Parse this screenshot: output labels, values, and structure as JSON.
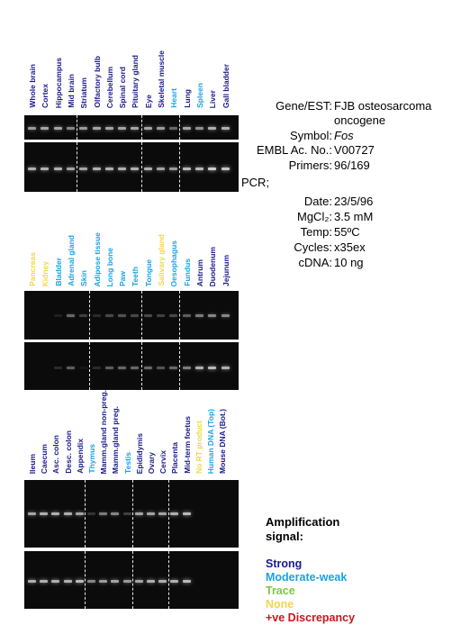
{
  "colors": {
    "strong": "#1a1a8c",
    "moderate": "#1aa3e0",
    "trace": "#7ac943",
    "none": "#f2d64b",
    "discrepancy": "#c8161d",
    "gel": "#0b0b0b",
    "band": "#d8d8d8"
  },
  "panels": [
    {
      "id": "panel-1",
      "labels": [
        {
          "text": "Whole brain",
          "signal": "strong"
        },
        {
          "text": "Cortex",
          "signal": "strong"
        },
        {
          "text": "Hippocampus",
          "signal": "strong"
        },
        {
          "text": "Mid brain",
          "signal": "strong"
        },
        {
          "text": "Striatum",
          "signal": "strong"
        },
        {
          "text": "Olfactory bulb",
          "signal": "strong"
        },
        {
          "text": "Cerebellum",
          "signal": "strong"
        },
        {
          "text": "Spinal cord",
          "signal": "strong"
        },
        {
          "text": "Pituitary gland",
          "signal": "strong"
        },
        {
          "text": "Eye",
          "signal": "strong"
        },
        {
          "text": "Skeletal muscle",
          "signal": "strong"
        },
        {
          "text": "Heart",
          "signal": "moderate"
        },
        {
          "text": "Lung",
          "signal": "strong"
        },
        {
          "text": "Spleen",
          "signal": "moderate"
        },
        {
          "text": "Liver",
          "signal": "strong"
        },
        {
          "text": "Gall bladder",
          "signal": "strong"
        }
      ],
      "gel_top": [
        0.7,
        0.75,
        0.75,
        0.6,
        0.7,
        0.75,
        0.75,
        0.75,
        0.75,
        0.75,
        0.7,
        0.45,
        0.75,
        0.65,
        0.8,
        0.8
      ],
      "gel_bottom": [
        0.8,
        0.8,
        0.8,
        0.75,
        0.75,
        0.8,
        0.8,
        0.8,
        0.8,
        0.8,
        0.75,
        0.7,
        0.85,
        0.85,
        0.95,
        0.9
      ]
    },
    {
      "id": "panel-2",
      "labels": [
        {
          "text": "Pancreas",
          "signal": "none"
        },
        {
          "text": "Kidney",
          "signal": "none"
        },
        {
          "text": "Bladder",
          "signal": "moderate"
        },
        {
          "text": "Adrenal gland",
          "signal": "moderate"
        },
        {
          "text": "Skin",
          "signal": "moderate"
        },
        {
          "text": "Adipose tissue",
          "signal": "moderate"
        },
        {
          "text": "Long bone",
          "signal": "moderate"
        },
        {
          "text": "Paw",
          "signal": "moderate"
        },
        {
          "text": "Teeth",
          "signal": "moderate"
        },
        {
          "text": "Tongue",
          "signal": "moderate"
        },
        {
          "text": "Salivary gland",
          "signal": "none"
        },
        {
          "text": "Oesophagus",
          "signal": "moderate"
        },
        {
          "text": "Fundus",
          "signal": "moderate"
        },
        {
          "text": "Antrum",
          "signal": "strong"
        },
        {
          "text": "Duodenum",
          "signal": "strong"
        },
        {
          "text": "Jejunum",
          "signal": "strong"
        }
      ],
      "gel_top": [
        0,
        0,
        0.1,
        0.45,
        0.25,
        0.15,
        0.3,
        0.35,
        0.3,
        0.3,
        0.25,
        0.3,
        0.4,
        0.55,
        0.6,
        0.6
      ],
      "gel_bottom": [
        0,
        0,
        0.15,
        0.4,
        0.05,
        0.15,
        0.4,
        0.45,
        0.45,
        0.45,
        0.35,
        0.45,
        0.55,
        0.8,
        0.85,
        0.8
      ]
    },
    {
      "id": "panel-3",
      "labels": [
        {
          "text": "Ileum",
          "signal": "strong"
        },
        {
          "text": "Caecum",
          "signal": "strong"
        },
        {
          "text": "Asc. colon",
          "signal": "strong"
        },
        {
          "text": "Desc. colon",
          "signal": "strong"
        },
        {
          "text": "Appendix",
          "signal": "strong"
        },
        {
          "text": "Thymus",
          "signal": "moderate"
        },
        {
          "text": "Mamm.gland non-preg.",
          "signal": "strong"
        },
        {
          "text": "Mamm.gland preg.",
          "signal": "strong"
        },
        {
          "text": "Testis",
          "signal": "moderate"
        },
        {
          "text": "Epididymis",
          "signal": "strong"
        },
        {
          "text": "Ovary",
          "signal": "strong"
        },
        {
          "text": "Cervix",
          "signal": "strong"
        },
        {
          "text": "Placenta",
          "signal": "strong"
        },
        {
          "text": "Mid-term foetus",
          "signal": "strong"
        },
        {
          "text": "No RT product",
          "signal": "none"
        },
        {
          "text": "Human DNA (Top)",
          "signal": "moderate"
        },
        {
          "text": "Mouse DNA (Bot.)",
          "signal": "strong"
        }
      ],
      "gel_top": [
        0.75,
        0.8,
        0.8,
        0.8,
        0.75,
        0.2,
        0.55,
        0.6,
        0.25,
        0.75,
        0.75,
        0.75,
        0.8,
        0.85,
        0,
        0,
        0
      ],
      "gel_bottom": [
        0.8,
        0.8,
        0.8,
        0.8,
        0.85,
        0.6,
        0.7,
        0.75,
        0.7,
        0.75,
        0.8,
        0.8,
        0.8,
        0.85,
        0,
        0,
        0
      ]
    }
  ],
  "gene_info": [
    {
      "key": "Gene/EST:",
      "value": "FJB osteosarcoma"
    },
    {
      "key": "",
      "value": "oncogene"
    },
    {
      "key": "Symbol:",
      "value": "Fos",
      "italic": true
    },
    {
      "key": "EMBL Ac. No.:",
      "value": "V00727"
    },
    {
      "key": "Primers:",
      "value": "96/169"
    },
    {
      "key": "PCR;",
      "value": "",
      "left": true
    },
    {
      "key": "Date:",
      "value": "23/5/96"
    },
    {
      "key": "MgCl₂:",
      "value": "3.5 mM"
    },
    {
      "key": "Temp:",
      "value": "55ºC"
    },
    {
      "key": "Cycles:",
      "value": "x35ex"
    },
    {
      "key": "cDNA:",
      "value": "10 ng"
    }
  ],
  "legend": {
    "title": "Amplification\nsignal:",
    "items": [
      {
        "label": "Strong",
        "signal": "strong"
      },
      {
        "label": "Moderate-weak",
        "signal": "moderate"
      },
      {
        "label": "Trace",
        "signal": "trace"
      },
      {
        "label": "None",
        "signal": "none"
      },
      {
        "label": "+ve Discrepancy",
        "signal": "discrepancy"
      }
    ]
  }
}
